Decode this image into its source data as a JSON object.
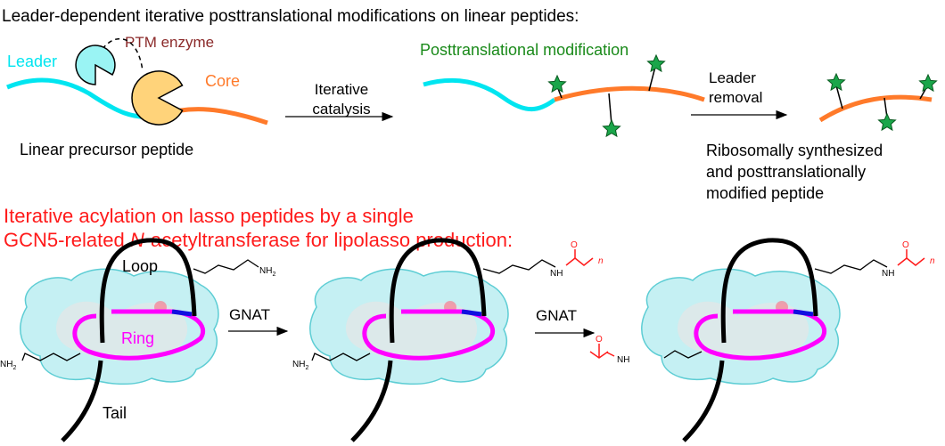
{
  "top": {
    "title": "Leader-dependent iterative posttranslational modifications on linear peptides:",
    "leader_label": "Leader",
    "ptm_enzyme_label": "PTM enzyme",
    "core_label": "Core",
    "precursor_label": "Linear precursor peptide",
    "step1_line1": "Iterative",
    "step1_line2": "catalysis",
    "ptm_label": "Posttranslational modification",
    "step2_line1": "Leader",
    "step2_line2": "removal",
    "product_line1": "Ribosomally synthesized",
    "product_line2": "and posttranslationally",
    "product_line3": "modified peptide"
  },
  "bottom": {
    "title_line1": "Iterative acylation on lasso peptides by a single",
    "title_line2_a": "GCN5-related ",
    "title_line2_italic": "N",
    "title_line2_b": "-acetyltransferase for lipolasso production:",
    "loop_label": "Loop",
    "ring_label": "Ring",
    "tail_label": "Tail",
    "arrow1_label": "GNAT",
    "arrow2_label": "GNAT",
    "nh2": "NH",
    "sub2": "2",
    "nh": "NH",
    "o": "O",
    "n": "n"
  },
  "colors": {
    "leader": "#00e5f0",
    "core": "#ff7a2a",
    "ptm_star": "#1aa64a",
    "ring": "#ff00ff",
    "red_text": "#ff1a1a",
    "ptm_text": "#1a8a1a"
  }
}
